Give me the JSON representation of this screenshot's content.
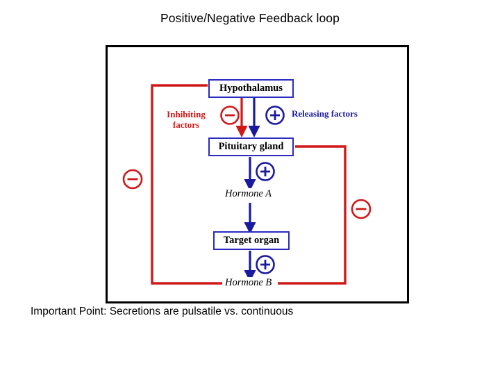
{
  "title": "Positive/Negative Feedback loop",
  "caption": "Important Point: Secretions are pulsatile vs. continuous",
  "colors": {
    "red": "#d01818",
    "blue": "#1a1a9e",
    "box_border": "#2a2ac0",
    "frame": "#000000",
    "text": "#000000",
    "background": "#ffffff"
  },
  "diagram": {
    "type": "flowchart",
    "nodes": [
      {
        "id": "hypothalamus",
        "label": "Hypothalamus",
        "shape": "box"
      },
      {
        "id": "pituitary",
        "label": "Pituitary gland",
        "shape": "box"
      },
      {
        "id": "hormone_a",
        "label": "Hormone A",
        "shape": "text"
      },
      {
        "id": "target_organ",
        "label": "Target organ",
        "shape": "box"
      },
      {
        "id": "hormone_b",
        "label": "Hormone B",
        "shape": "text"
      }
    ],
    "annotations": [
      {
        "id": "inhibiting",
        "label": "Inhibiting\nfactors",
        "line1": "Inhibiting",
        "line2": "factors",
        "color": "#d01818"
      },
      {
        "id": "releasing",
        "label": "Releasing factors",
        "color": "#1a1a9e"
      }
    ],
    "signs": [
      {
        "id": "minus-hypothalamus-pituitary",
        "sign": "−",
        "color": "#d01818"
      },
      {
        "id": "plus-hypothalamus-pituitary",
        "sign": "+",
        "color": "#1a1a9e"
      },
      {
        "id": "plus-pituitary-hormone-a",
        "sign": "+",
        "color": "#1a1a9e"
      },
      {
        "id": "plus-target-hormone-b",
        "sign": "+",
        "color": "#1a1a9e"
      },
      {
        "id": "minus-left-feedback",
        "sign": "−",
        "color": "#d01818"
      },
      {
        "id": "minus-right-feedback",
        "sign": "−",
        "color": "#d01818"
      }
    ],
    "edges": [
      {
        "from": "hypothalamus",
        "to": "pituitary",
        "sign": "−",
        "color": "#d01818",
        "label": "Inhibiting factors"
      },
      {
        "from": "hypothalamus",
        "to": "pituitary",
        "sign": "+",
        "color": "#1a1a9e",
        "label": "Releasing factors"
      },
      {
        "from": "pituitary",
        "to": "hormone_a",
        "sign": "+",
        "color": "#1a1a9e"
      },
      {
        "from": "hormone_a",
        "to": "target_organ",
        "sign": "",
        "color": "#1a1a9e"
      },
      {
        "from": "target_organ",
        "to": "hormone_b",
        "sign": "+",
        "color": "#1a1a9e"
      },
      {
        "from": "hormone_b",
        "to": "hypothalamus",
        "sign": "−",
        "color": "#d01818",
        "style": "long-feedback-left"
      },
      {
        "from": "hormone_b",
        "to": "pituitary",
        "sign": "−",
        "color": "#d01818",
        "style": "long-feedback-right"
      }
    ]
  }
}
